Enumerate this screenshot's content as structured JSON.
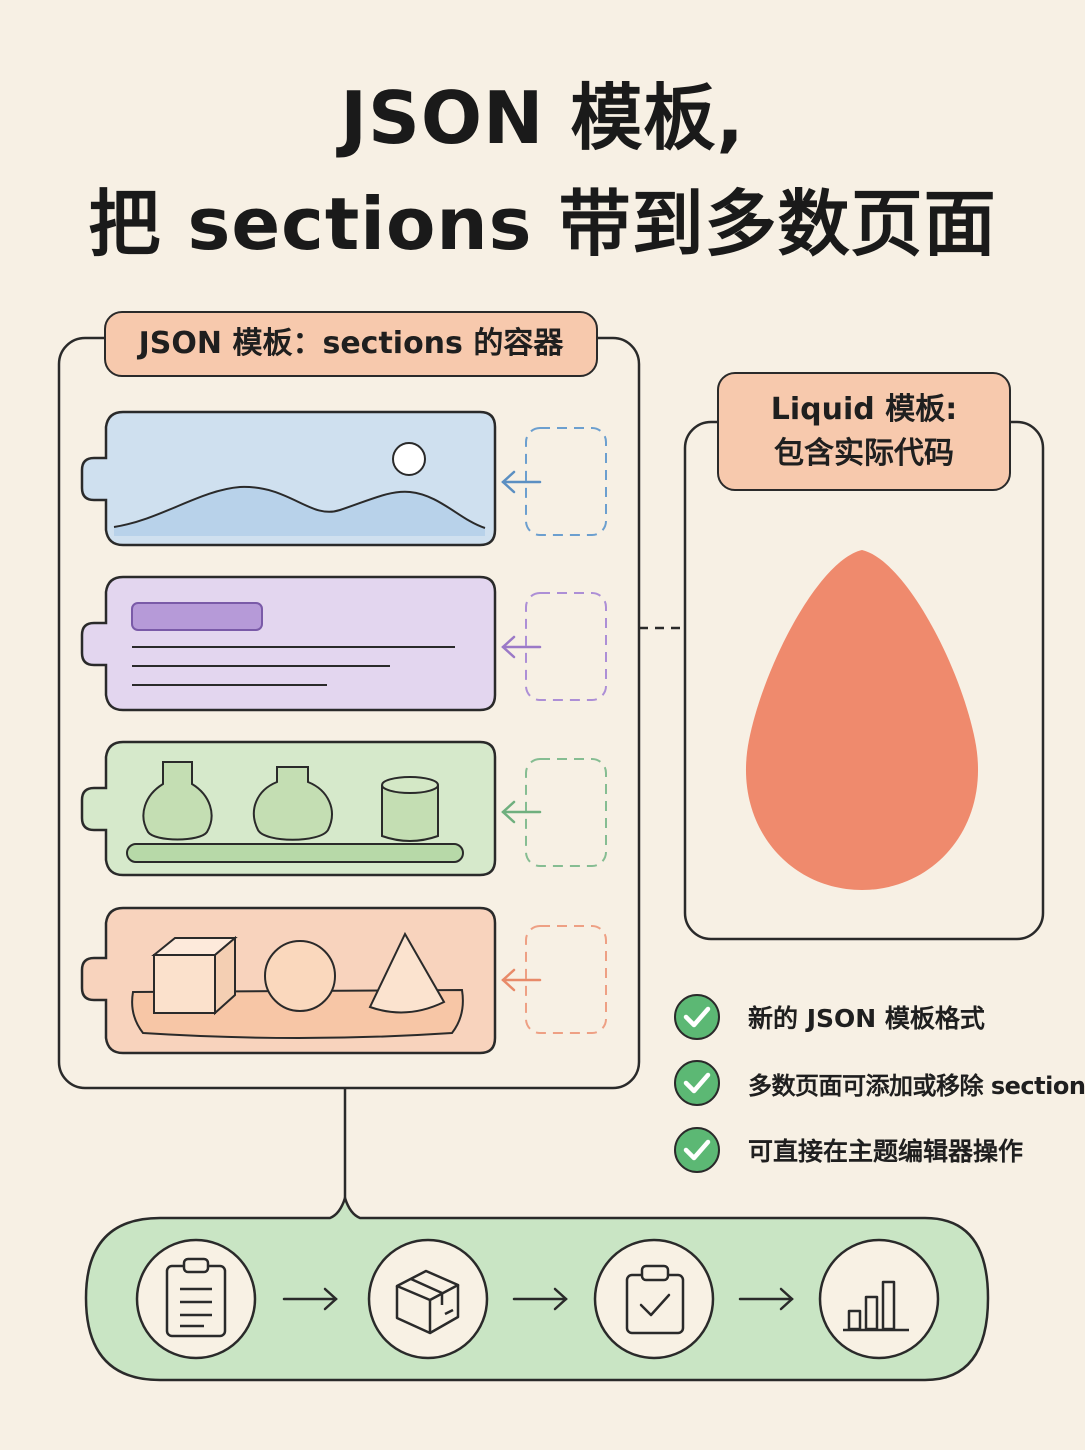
{
  "title": {
    "line1": "JSON 模板,",
    "line2": "把 sections 带到多数页面"
  },
  "json_panel": {
    "label": "JSON 模板：sections 的容器",
    "sections": [
      {
        "kind": "landscape",
        "fill": "#cfe0ef",
        "accent": "#5b8fc2"
      },
      {
        "kind": "text-block",
        "fill": "#e3d6ef",
        "accent": "#9b79c7"
      },
      {
        "kind": "product-shelf",
        "fill": "#d6e9cb",
        "accent": "#6faf7e"
      },
      {
        "kind": "shapes-tray",
        "fill": "#f8d3bd",
        "accent": "#e88a69"
      }
    ]
  },
  "liquid_panel": {
    "label_line1": "Liquid 模板:",
    "label_line2": "包含实际代码",
    "drop_color": "#ef8a6d",
    "icon": "liquid-drop-icon"
  },
  "features": [
    {
      "text": "新的 JSON 模板格式",
      "icon": "check-icon"
    },
    {
      "text": "多数页面可添加或移除 sections",
      "icon": "check-icon"
    },
    {
      "text": "可直接在主题编辑器操作",
      "icon": "check-icon"
    }
  ],
  "workflow": {
    "fill": "#c9e5c4",
    "steps": [
      {
        "icon": "clipboard-list-icon"
      },
      {
        "icon": "package-box-icon"
      },
      {
        "icon": "clipboard-check-icon"
      },
      {
        "icon": "bar-chart-icon"
      }
    ],
    "arrow_icon": "arrow-right-icon"
  },
  "colors": {
    "background": "#f7f0e4",
    "label_fill": "#f7c9ad",
    "check_green": "#5cb874",
    "outline": "#2a2a2a"
  }
}
